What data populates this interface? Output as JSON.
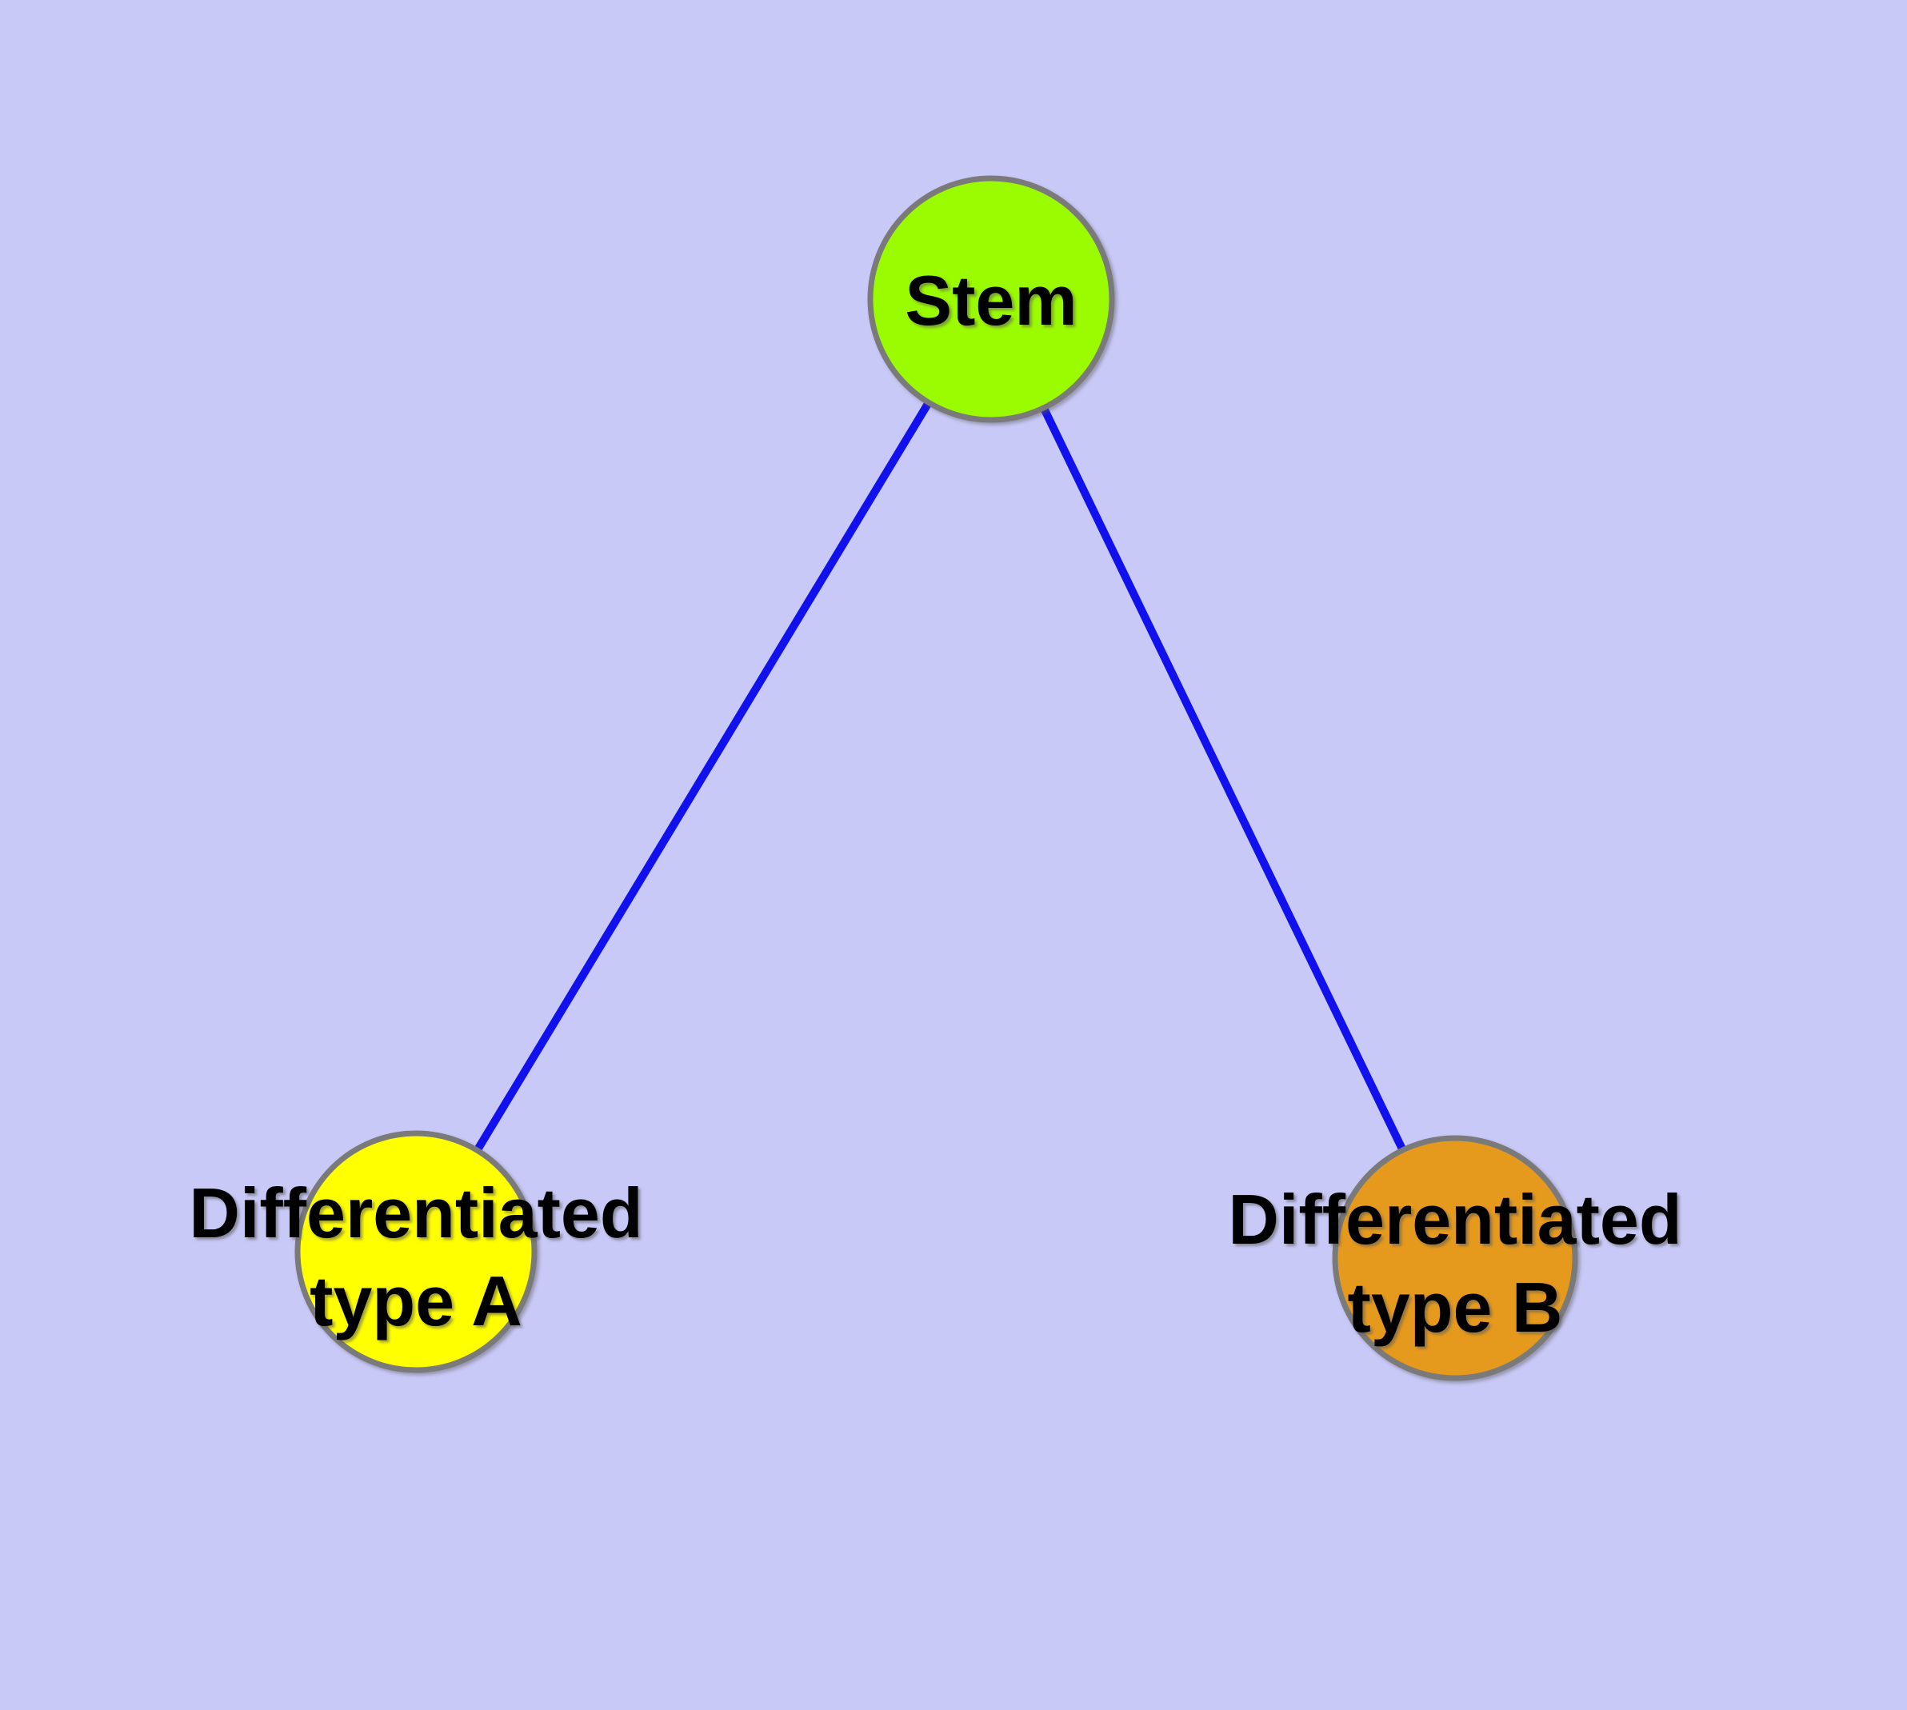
{
  "diagram": {
    "background_color": "#C9C9F8",
    "edge_color": "#1111EE",
    "node_border_color": "#7A7A7A",
    "text_color": "#000000",
    "nodes": [
      {
        "id": "stem",
        "label": "Stem",
        "fill": "#9BFB00"
      },
      {
        "id": "type-a",
        "label_line1": "Differentiated",
        "label_line2": "type A",
        "fill": "#FFFF00"
      },
      {
        "id": "type-b",
        "label_line1": "Differentiated",
        "label_line2": "type B",
        "fill": "#E69A1D"
      }
    ],
    "edges": [
      {
        "from": "Stem",
        "to": "Differentiated type A"
      },
      {
        "from": "Stem",
        "to": "Differentiated type B"
      }
    ]
  }
}
